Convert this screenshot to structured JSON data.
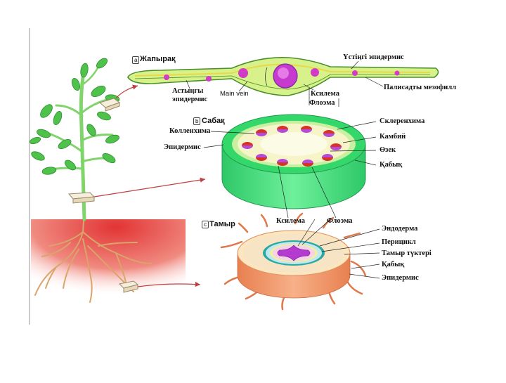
{
  "leaf": {
    "section_letter": "a",
    "title": "Жапырақ",
    "label_lower_epidermis_1": "Астыңғы",
    "label_lower_epidermis_2": "эпидермис",
    "label_main_vein": "Main vein",
    "label_xylem": "Ксилема",
    "label_phloem": "Флоэма",
    "label_upper_epidermis": "Үстіңгі эпидермис",
    "label_palisade": "Палисадты мезофилл"
  },
  "stem": {
    "section_letter": "b",
    "title": "Сабақ",
    "label_sclerenchyma": "Склеренхима",
    "label_collenchyma": "Колленхима",
    "label_cambium": "Камбий",
    "label_epidermis": "Эпидермис",
    "label_pith": "Өзек",
    "label_cortex": "Қабық",
    "label_xylem": "Ксилема",
    "label_phloem": "Флоэма"
  },
  "root": {
    "section_letter": "c",
    "title": "Тамыр",
    "label_endoderm": "Эндодерма",
    "label_pericycle": "Перицикл",
    "label_root_hairs": "Тамыр түктері",
    "label_cortex": "Қабық",
    "label_epidermis": "Эпидермис"
  },
  "colors": {
    "leaf_fill": "#d7f28a",
    "leaf_outline": "#4a8f2a",
    "vascular": "#d23bc8",
    "stem_green": "#3ee07a",
    "stem_top": "#f6f4c8",
    "root_orange": "#f0a070",
    "soil": "#e04040",
    "plant_green": "#5cc850",
    "arrow": "#c04040"
  }
}
